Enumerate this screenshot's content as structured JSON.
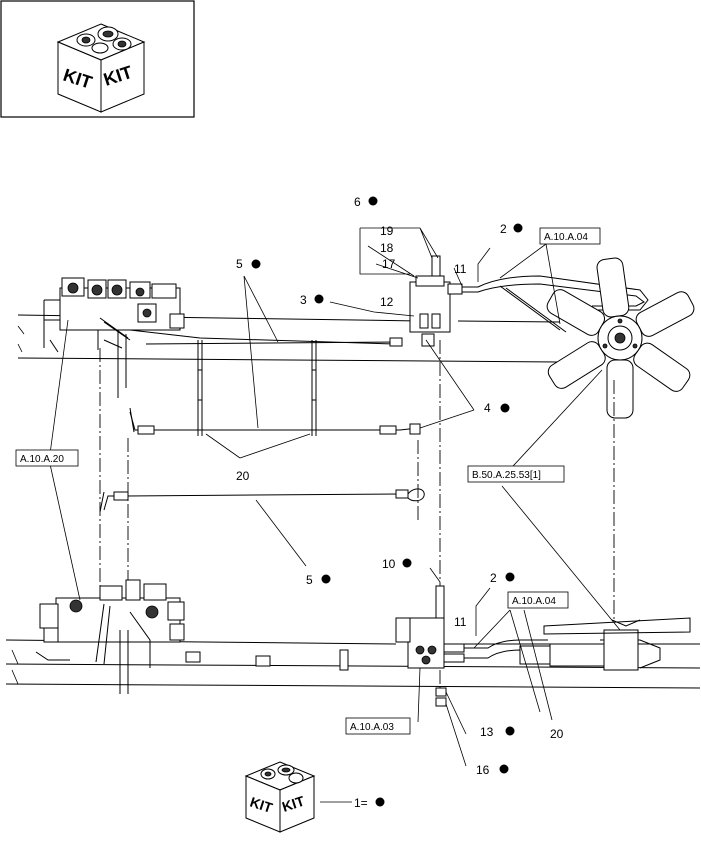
{
  "colors": {
    "ink": "#000000",
    "paper": "#ffffff",
    "dot": "#000000"
  },
  "kit_box": {
    "icon_name": "kit-icon",
    "face_left": "KIT",
    "face_right": "KIT"
  },
  "legend": {
    "icon_name": "kit-icon",
    "face_left": "KIT",
    "face_right": "KIT",
    "label": "1="
  },
  "callouts": [
    {
      "id": "c6",
      "text": "6",
      "dot": true
    },
    {
      "id": "c19",
      "text": "19",
      "dot": false
    },
    {
      "id": "c18",
      "text": "18",
      "dot": false
    },
    {
      "id": "c17",
      "text": "17",
      "dot": false
    },
    {
      "id": "c2a",
      "text": "2",
      "dot": true
    },
    {
      "id": "c11a",
      "text": "11",
      "dot": false
    },
    {
      "id": "c5a",
      "text": "5",
      "dot": true
    },
    {
      "id": "c3",
      "text": "3",
      "dot": true
    },
    {
      "id": "c12",
      "text": "12",
      "dot": false
    },
    {
      "id": "c4",
      "text": "4",
      "dot": true
    },
    {
      "id": "c20a",
      "text": "20",
      "dot": false
    },
    {
      "id": "c5b",
      "text": "5",
      "dot": true
    },
    {
      "id": "c10",
      "text": "10",
      "dot": true
    },
    {
      "id": "c2b",
      "text": "2",
      "dot": true
    },
    {
      "id": "c11b",
      "text": "11",
      "dot": false
    },
    {
      "id": "c20b",
      "text": "20",
      "dot": false
    },
    {
      "id": "c13",
      "text": "13",
      "dot": true
    },
    {
      "id": "c16",
      "text": "16",
      "dot": true
    }
  ],
  "references": [
    {
      "id": "r1",
      "text": "A.10.A.04"
    },
    {
      "id": "r2",
      "text": "A.10.A.20"
    },
    {
      "id": "r3",
      "text": "B.50.A.25.53[1]"
    },
    {
      "id": "r4",
      "text": "A.10.A.04"
    },
    {
      "id": "r5",
      "text": "A.10.A.03"
    }
  ]
}
